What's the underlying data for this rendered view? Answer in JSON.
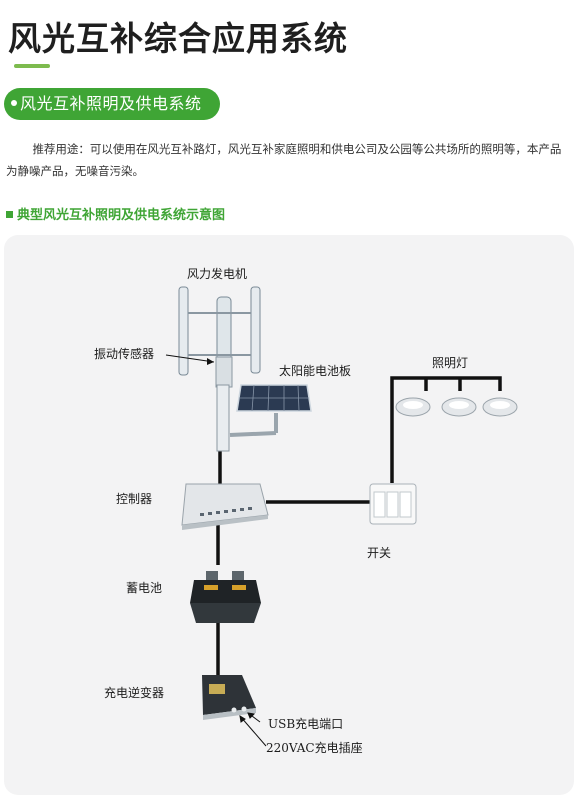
{
  "page": {
    "title": "风光互补综合应用系统",
    "subtitle": "风光互补照明及供电系统",
    "description": "推荐用途：可以使用在风光互补路灯，风光互补家庭照明和供电公司及公园等公共场所的照明等，本产品为静噪产品，无噪音污染。",
    "section_title": "典型风光互补照明及供电系统示意图"
  },
  "diagram": {
    "labels": {
      "wind_turbine": "风力发电机",
      "vibration_sensor": "振动传感器",
      "solar_panel": "太阳能电池板",
      "lighting": "照明灯",
      "controller": "控制器",
      "switch": "开关",
      "battery": "蓄电池",
      "inverter": "充电逆变器",
      "usb_port": "USB充电端口",
      "ac_socket": "220VAC充电插座"
    }
  },
  "colors": {
    "accent": "#3fa535",
    "accent_light": "#7dbb4e",
    "diagram_bg": "#f3f3f4"
  }
}
